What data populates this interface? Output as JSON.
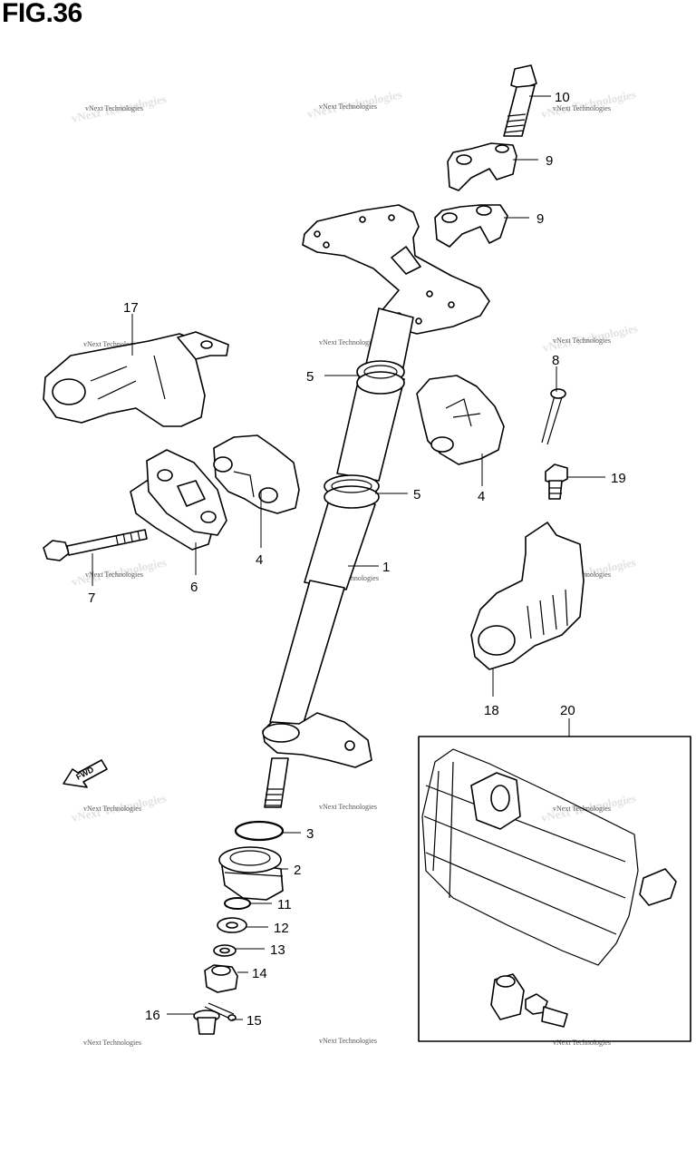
{
  "figure": {
    "title": "FIG.36"
  },
  "watermark": {
    "text": "vNext Technologies"
  },
  "fwd_label": "FWD",
  "callouts": [
    {
      "id": "c10",
      "label": "10"
    },
    {
      "id": "c9a",
      "label": "9"
    },
    {
      "id": "c9b",
      "label": "9"
    },
    {
      "id": "c17",
      "label": "17"
    },
    {
      "id": "c8",
      "label": "8"
    },
    {
      "id": "c5a",
      "label": "5"
    },
    {
      "id": "c5b",
      "label": "5"
    },
    {
      "id": "c4a",
      "label": "4"
    },
    {
      "id": "c4b",
      "label": "4"
    },
    {
      "id": "c19",
      "label": "19"
    },
    {
      "id": "c1",
      "label": "1"
    },
    {
      "id": "c7",
      "label": "7"
    },
    {
      "id": "c6",
      "label": "6"
    },
    {
      "id": "c18",
      "label": "18"
    },
    {
      "id": "c20",
      "label": "20"
    },
    {
      "id": "c3",
      "label": "3"
    },
    {
      "id": "c2",
      "label": "2"
    },
    {
      "id": "c11",
      "label": "11"
    },
    {
      "id": "c12",
      "label": "12"
    },
    {
      "id": "c13",
      "label": "13"
    },
    {
      "id": "c14",
      "label": "14"
    },
    {
      "id": "c15",
      "label": "15"
    },
    {
      "id": "c16",
      "label": "16"
    }
  ]
}
